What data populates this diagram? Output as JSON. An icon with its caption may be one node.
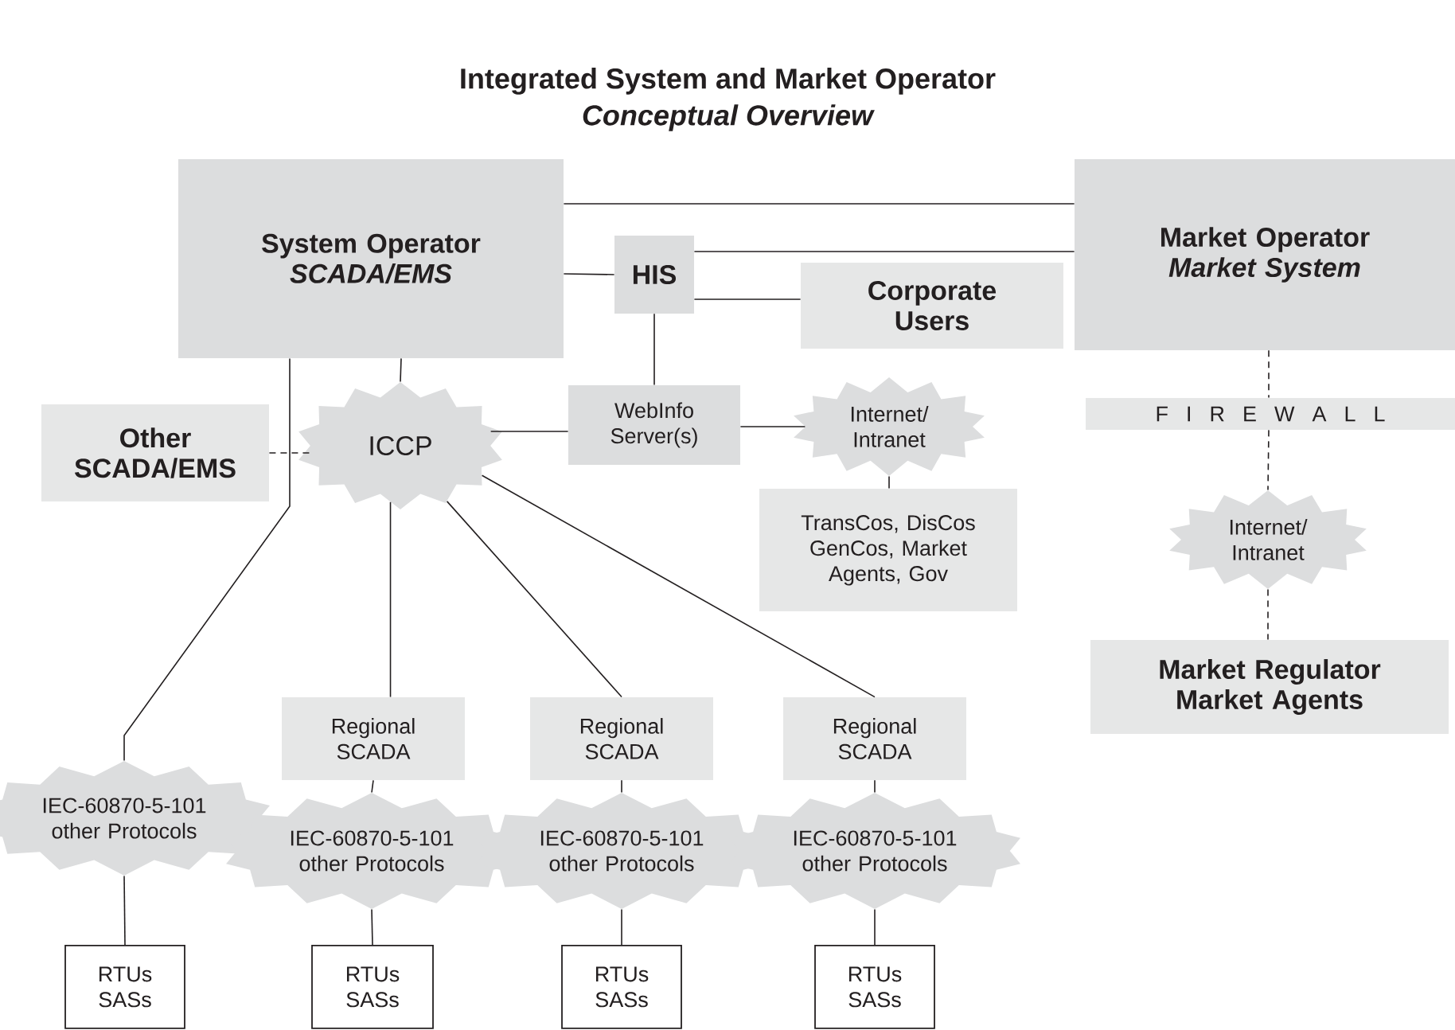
{
  "diagram": {
    "title": "Integrated System and Market Operator",
    "nodes": [
      {
        "text": [
          "System Operator",
          "SCADA/EMS"
        ]
      },
      {
        "text": [
          "HIS"
        ]
      },
      {
        "text": [
          "Corporate Users"
        ]
      },
      {
        "text": [
          "Market Operator",
          "Market System"
        ]
      },
      {
        "text": [
          "Other SCADA/EMS"
        ]
      },
      {
        "text": [
          "ICCP"
        ]
      },
      {
        "text": [
          "WebInfo Server(s)"
        ]
      },
      {
        "text": [
          "Internet/ Intranet"
        ]
      },
      {
        "text": [
          "F I R E W A L L"
        ]
      },
      {
        "text": [
          "TransCos, DisCos GenCos, Market Agents, Gov"
        ]
      },
      {
        "text": [
          "Internet/ Intranet"
        ]
      },
      {
        "text": [
          "Market Regulator Market Agents"
        ]
      },
      {
        "text": [
          "IEC-60870-5-101 other Protocols"
        ]
      },
      {
        "text": [
          "Regional SCADA"
        ]
      },
      {
        "text": [
          "Regional SCADA"
        ]
      },
      {
        "text": [
          "Regional SCADA"
        ]
      },
      {
        "text": [
          "IEC-60870-5-101 other Protocols"
        ]
      },
      {
        "text": [
          "IEC-60870-5-101 other Protocols"
        ]
      },
      {
        "text": [
          "IEC-60870-5-101 other Protocols"
        ]
      },
      {
        "text": [
          "RTUs SASs"
        ]
      },
      {
        "text": [
          "RTUs SASs"
        ]
      },
      {
        "text": [
          "RTUs SASs"
        ]
      },
      {
        "text": [
          "RTUs SASs"
        ]
      }
    ],
    "edges": [
      {
        "from": 0,
        "to": 3,
        "arrow": "none"
      },
      {
        "from": 0,
        "to": 1,
        "arrow": "none"
      },
      {
        "from": 1,
        "to": 3,
        "arrow": "none"
      },
      {
        "from": 1,
        "to": 2,
        "arrow": "none"
      },
      {
        "from": 1,
        "to": 6,
        "arrow": "none"
      },
      {
        "from": 0,
        "to": 5,
        "arrow": "none"
      },
      {
        "from": 4,
        "to": 5,
        "arrow": "none",
        "style": "dashed"
      },
      {
        "from": 5,
        "to": 6,
        "arrow": "none"
      },
      {
        "from": 6,
        "to": 7,
        "arrow": "none"
      },
      {
        "from": 7,
        "to": 9,
        "arrow": "none"
      },
      {
        "from": 3,
        "to": 8,
        "arrow": "none",
        "style": "dashed"
      },
      {
        "from": 8,
        "to": 10,
        "arrow": "none",
        "style": "dashed"
      },
      {
        "from": 10,
        "to": 11,
        "arrow": "none",
        "style": "dashed"
      },
      {
        "from": 0,
        "to": 12,
        "arrow": "none"
      },
      {
        "from": 5,
        "to": 13,
        "arrow": "none"
      },
      {
        "from": 5,
        "to": 14,
        "arrow": "none"
      },
      {
        "from": 5,
        "to": 15,
        "arrow": "none"
      },
      {
        "from": 13,
        "to": 16,
        "arrow": "none"
      },
      {
        "from": 14,
        "to": 17,
        "arrow": "none"
      },
      {
        "from": 15,
        "to": 18,
        "arrow": "none"
      },
      {
        "from": 12,
        "to": 19,
        "arrow": "none"
      },
      {
        "from": 16,
        "to": 20,
        "arrow": "none"
      },
      {
        "from": 17,
        "to": 21,
        "arrow": "none"
      },
      {
        "from": 18,
        "to": 22,
        "arrow": "none"
      }
    ],
    "labels": [
      "Conceptual Overview"
    ]
  }
}
